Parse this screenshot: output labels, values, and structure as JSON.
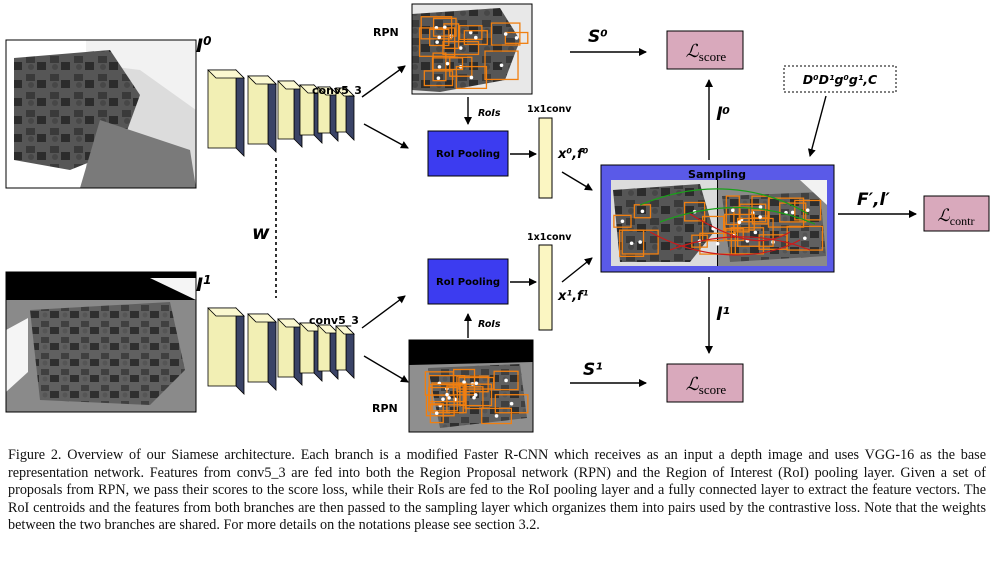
{
  "figure": {
    "input_top_label": "I",
    "input_top_sup": "0",
    "input_bottom_label": "I",
    "input_bottom_sup": "1",
    "shared_weights_label": "w",
    "conv_top": "conv5_3",
    "conv_bottom": "conv5_3",
    "rpn_top": "RPN",
    "rpn_bottom": "RPN",
    "rois_top": "RoIs",
    "rois_bottom": "RoIs",
    "roi_pool_top": "RoI Pooling",
    "roi_pool_bottom": "RoI Pooling",
    "conv1x1_top": "1x1conv",
    "conv1x1_bottom": "1x1conv",
    "feat_top": "x⁰,f⁰",
    "feat_bottom": "x¹,f¹",
    "sampling": "Sampling",
    "score_top": "S⁰",
    "score_bottom": "S¹",
    "loss_score_top_main": "ℒ",
    "loss_score_top_sub": "score",
    "loss_score_bottom_main": "ℒ",
    "loss_score_bottom_sub": "score",
    "loss_contr_main": "ℒ",
    "loss_contr_sub": "contr",
    "gt_box": "D⁰D¹g⁰g¹,C",
    "label_top": "l⁰",
    "label_bottom": "l¹",
    "output_pair": "F′,l′",
    "colors": {
      "vgg_face": "#f2efb4",
      "vgg_side": "#3a4366",
      "roi_pool": "#3c3cf0",
      "sampling_bg": "#5a5ae8",
      "loss_box": "#d9a9bc",
      "fc_bar": "#fbf6c2",
      "rpn_box": "#f07f10"
    }
  },
  "caption": "Figure 2. Overview of our Siamese architecture. Each branch is a modified Faster R-CNN which receives as an input a depth image and uses VGG-16 as the base representation network. Features from conv5_3 are fed into both the Region Proposal network (RPN) and the Region of Interest (RoI) pooling layer. Given a set of proposals from RPN, we pass their scores to the score loss, while their RoIs are fed to the RoI pooling layer and a fully connected layer to extract the feature vectors. The RoI centroids and the features from both branches are then passed to the sampling layer which organizes them into pairs used by the contrastive loss. Note that the weights between the two branches are shared. For more details on the notations please see section 3.2."
}
